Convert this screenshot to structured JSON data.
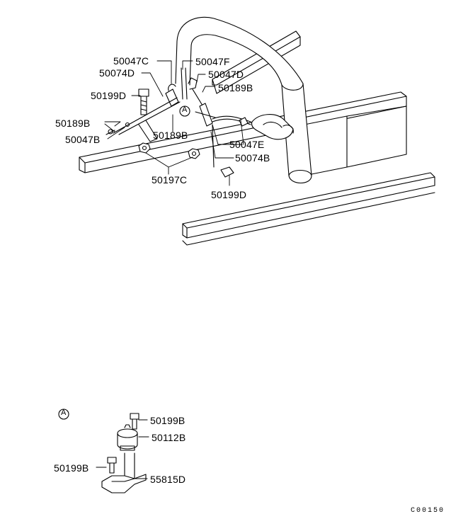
{
  "main_view": {
    "labels": [
      {
        "id": "l1",
        "text": "50047C"
      },
      {
        "id": "l2",
        "text": "50074D"
      },
      {
        "id": "l3",
        "text": "50047F"
      },
      {
        "id": "l4",
        "text": "50047D"
      },
      {
        "id": "l5",
        "text": "50189B"
      },
      {
        "id": "l6",
        "text": "50199D"
      },
      {
        "id": "l7",
        "text": "50189B"
      },
      {
        "id": "l8",
        "text": "50047B"
      },
      {
        "id": "l9",
        "text": "50189B"
      },
      {
        "id": "l10",
        "text": "50047E"
      },
      {
        "id": "l11",
        "text": "50074B"
      },
      {
        "id": "l12",
        "text": "50197C"
      },
      {
        "id": "l13",
        "text": "50199D"
      }
    ],
    "detail_marker": "A"
  },
  "detail_view": {
    "marker": "A",
    "labels": [
      {
        "id": "d1",
        "text": "50199B"
      },
      {
        "id": "d2",
        "text": "50112B"
      },
      {
        "id": "d3",
        "text": "50199B"
      },
      {
        "id": "d4",
        "text": "55815D"
      }
    ]
  },
  "drawing_code": "C00150"
}
